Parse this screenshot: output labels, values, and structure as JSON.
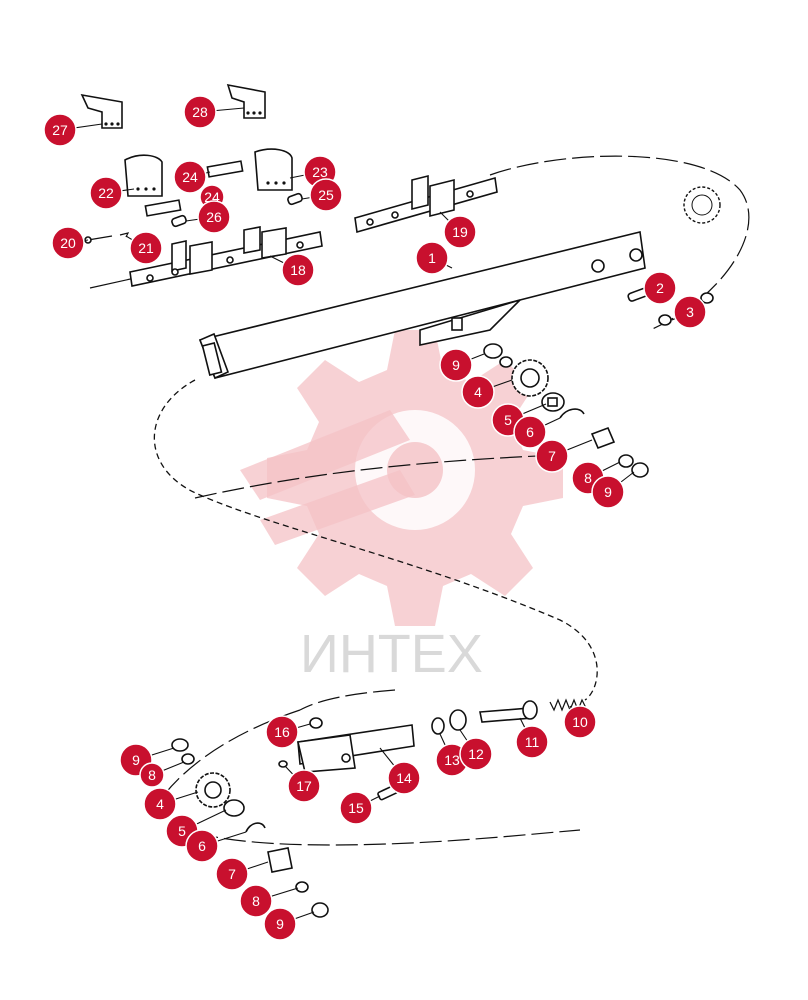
{
  "watermark": {
    "text": "ИНТЕХ"
  },
  "colors": {
    "callout": "#c8102e",
    "watermark": "#f4c2c6",
    "line": "#111111"
  },
  "callouts": [
    {
      "id": "c27",
      "label": "27"
    },
    {
      "id": "c28",
      "label": "28"
    },
    {
      "id": "c22",
      "label": "22"
    },
    {
      "id": "c24",
      "label": "24"
    },
    {
      "id": "c24b",
      "label": "24"
    },
    {
      "id": "c23",
      "label": "23"
    },
    {
      "id": "c25",
      "label": "25"
    },
    {
      "id": "c26",
      "label": "26"
    },
    {
      "id": "c20",
      "label": "20"
    },
    {
      "id": "c21",
      "label": "21"
    },
    {
      "id": "c18",
      "label": "18"
    },
    {
      "id": "c19",
      "label": "19"
    },
    {
      "id": "c1",
      "label": "1"
    },
    {
      "id": "c2",
      "label": "2"
    },
    {
      "id": "c3",
      "label": "3"
    },
    {
      "id": "c9a",
      "label": "9"
    },
    {
      "id": "c4a",
      "label": "4"
    },
    {
      "id": "c5a",
      "label": "5"
    },
    {
      "id": "c6a",
      "label": "6"
    },
    {
      "id": "c7a",
      "label": "7"
    },
    {
      "id": "c8a",
      "label": "8"
    },
    {
      "id": "c9b",
      "label": "9"
    },
    {
      "id": "c16",
      "label": "16"
    },
    {
      "id": "c17",
      "label": "17"
    },
    {
      "id": "c14",
      "label": "14"
    },
    {
      "id": "c15",
      "label": "15"
    },
    {
      "id": "c13",
      "label": "13"
    },
    {
      "id": "c12",
      "label": "12"
    },
    {
      "id": "c11",
      "label": "11"
    },
    {
      "id": "c10",
      "label": "10"
    },
    {
      "id": "c9c",
      "label": "9"
    },
    {
      "id": "c8c",
      "label": "8"
    },
    {
      "id": "c4c",
      "label": "4"
    },
    {
      "id": "c5c",
      "label": "5"
    },
    {
      "id": "c6c",
      "label": "6"
    },
    {
      "id": "c7c",
      "label": "7"
    },
    {
      "id": "c8d",
      "label": "8"
    },
    {
      "id": "c9d",
      "label": "9"
    }
  ]
}
